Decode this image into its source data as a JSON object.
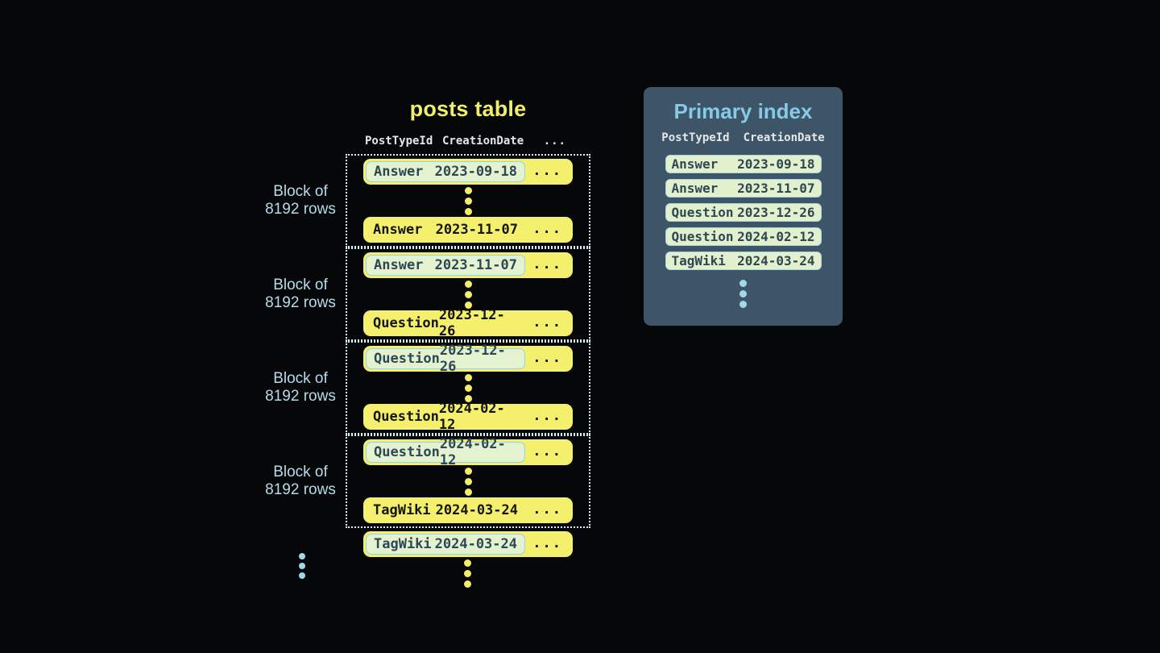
{
  "posts_table": {
    "title": "posts table",
    "headers": {
      "col1": "PostTypeId",
      "col2": "CreationDate",
      "col3": "..."
    },
    "block_label": {
      "line1": "Block of",
      "line2": "8192 rows"
    },
    "ellipsis": "...",
    "blocks": [
      {
        "first": {
          "type": "Answer",
          "date": "2023-09-18"
        },
        "last": {
          "type": "Answer",
          "date": "2023-11-07"
        }
      },
      {
        "first": {
          "type": "Answer",
          "date": "2023-11-07"
        },
        "last": {
          "type": "Question",
          "date": "2023-12-26"
        }
      },
      {
        "first": {
          "type": "Question",
          "date": "2023-12-26"
        },
        "last": {
          "type": "Question",
          "date": "2024-02-12"
        }
      },
      {
        "first": {
          "type": "Question",
          "date": "2024-02-12"
        },
        "last": {
          "type": "TagWiki",
          "date": "2024-03-24"
        }
      }
    ],
    "overflow_row": {
      "type": "TagWiki",
      "date": "2024-03-24"
    }
  },
  "primary_index": {
    "title": "Primary index",
    "headers": {
      "col1": "PostTypeId",
      "col2": "CreationDate"
    },
    "rows": [
      {
        "type": "Answer",
        "date": "2023-09-18"
      },
      {
        "type": "Answer",
        "date": "2023-11-07"
      },
      {
        "type": "Question",
        "date": "2023-12-26"
      },
      {
        "type": "Question",
        "date": "2024-02-12"
      },
      {
        "type": "TagWiki",
        "date": "2024-03-24"
      }
    ]
  },
  "colors": {
    "background": "#060708",
    "row_yellow": "#f4f06e",
    "title_yellow": "#f1ee6e",
    "highlight_green": "#e5f2cf",
    "highlight_border_cyan": "#90d4e6",
    "panel_slate": "#3e5568",
    "panel_title_blue": "#85cbe8",
    "label_blue": "#b5dcec",
    "dot_blue": "#a3d7ea",
    "header_white": "#e4e7e7",
    "dark_text_on_green": "#2e4756",
    "dotted_border": "#d9eef7"
  }
}
